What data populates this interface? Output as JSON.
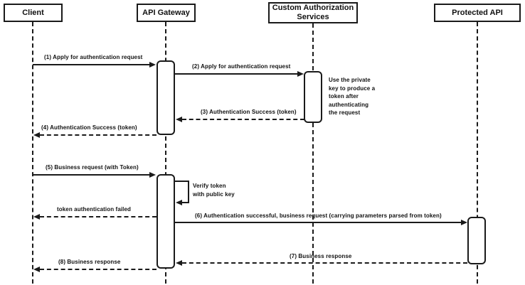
{
  "diagram": {
    "title": "API Gateway token authentication sequence",
    "colors": {
      "line": "#1a1a1a",
      "background": "#ffffff"
    },
    "participants": [
      {
        "label": "Client"
      },
      {
        "label": "API Gateway"
      },
      {
        "label": "Custom Authorization Services"
      },
      {
        "label": "Protected API"
      }
    ],
    "messages": [
      {
        "label": "(1) Apply for authentication request",
        "from": "Client",
        "to": "API Gateway",
        "style": "solid"
      },
      {
        "label": "(2) Apply for authentication request",
        "from": "API Gateway",
        "to": "Custom Authorization Services",
        "style": "solid"
      },
      {
        "label": "(3) Authentication Success (token)",
        "from": "Custom Authorization Services",
        "to": "API Gateway",
        "style": "dashed"
      },
      {
        "label": "(4) Authentication Success (token)",
        "from": "API Gateway",
        "to": "Client",
        "style": "dashed"
      },
      {
        "label": "(5) Business request (with Token)",
        "from": "Client",
        "to": "API Gateway",
        "style": "solid"
      },
      {
        "label": "Verify token\nwith public key",
        "from": "API Gateway",
        "to": "API Gateway",
        "style": "self"
      },
      {
        "label": "token authentication failed",
        "from": "API Gateway",
        "to": "Client",
        "style": "dashed"
      },
      {
        "label": "(6) Authentication successful, business request (carrying parameters parsed from token)",
        "from": "API Gateway",
        "to": "Protected API",
        "style": "solid"
      },
      {
        "label": "(7) Business response",
        "from": "Protected API",
        "to": "API Gateway",
        "style": "dashed"
      },
      {
        "label": "(8) Business response",
        "from": "API Gateway",
        "to": "Client",
        "style": "dashed"
      }
    ],
    "note": "Use the private\nkey to produce a\ntoken after\nauthenticating\nthe request"
  }
}
